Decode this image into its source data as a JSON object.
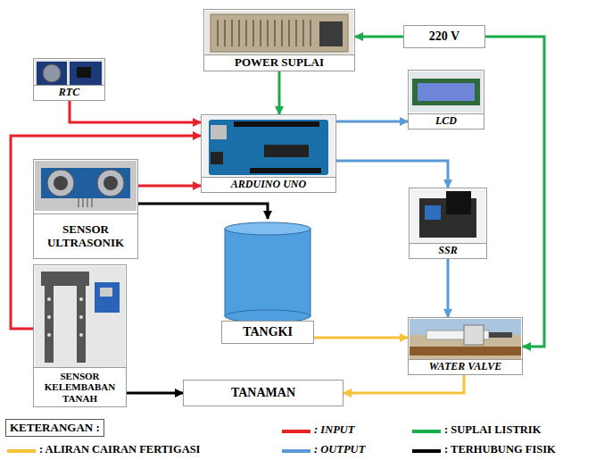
{
  "diagram": {
    "nodes": [
      {
        "text": [
          "POWER SUPLAI"
        ]
      },
      {
        "text": [
          "220 V"
        ]
      },
      {
        "text": [
          "RTC"
        ]
      },
      {
        "text": [
          "LCD"
        ]
      },
      {
        "text": [
          "ARDUINO UNO"
        ]
      },
      {
        "text": [
          "SENSOR ULTRASONIK"
        ]
      },
      {
        "text": [
          "SSR"
        ]
      },
      {
        "text": [
          "TANGKI"
        ]
      },
      {
        "text": [
          "SENSOR KELEMBABAN TANAH"
        ]
      },
      {
        "text": [
          "WATER VALVE"
        ]
      },
      {
        "text": [
          "TANAMAN"
        ]
      }
    ],
    "edges": [
      {
        "from": 1,
        "to": 0,
        "arrow": "to"
      },
      {
        "from": 1,
        "to": 9,
        "arrow": "to"
      },
      {
        "from": 0,
        "to": 4,
        "arrow": "to"
      },
      {
        "from": 2,
        "to": 4,
        "arrow": "to"
      },
      {
        "from": 5,
        "to": 4,
        "arrow": "to"
      },
      {
        "from": 8,
        "to": 4,
        "arrow": "to"
      },
      {
        "from": 4,
        "to": 3,
        "arrow": "to"
      },
      {
        "from": 4,
        "to": 6,
        "arrow": "to"
      },
      {
        "from": 6,
        "to": 9,
        "arrow": "to"
      },
      {
        "from": 5,
        "to": 7,
        "arrow": "to"
      },
      {
        "from": 8,
        "to": 10,
        "arrow": "to"
      },
      {
        "from": 7,
        "to": 9,
        "arrow": "to"
      },
      {
        "from": 9,
        "to": 10,
        "arrow": "to"
      }
    ],
    "labels": [
      "KETERANGAN :"
    ],
    "legend": [
      {
        "text": ": INPUT",
        "color": "#e8202a"
      },
      {
        "text": ": SUPLAI LISTRIK",
        "color": "#1aab4b"
      },
      {
        "text": ": ALIRAN CAIRAN FERTIGASI",
        "color": "#f6c237"
      },
      {
        "text": ": OUTPUT",
        "color": "#5b9bd5"
      },
      {
        "text": ": TERHUBUNG FISIK",
        "color": "#000000"
      }
    ]
  }
}
